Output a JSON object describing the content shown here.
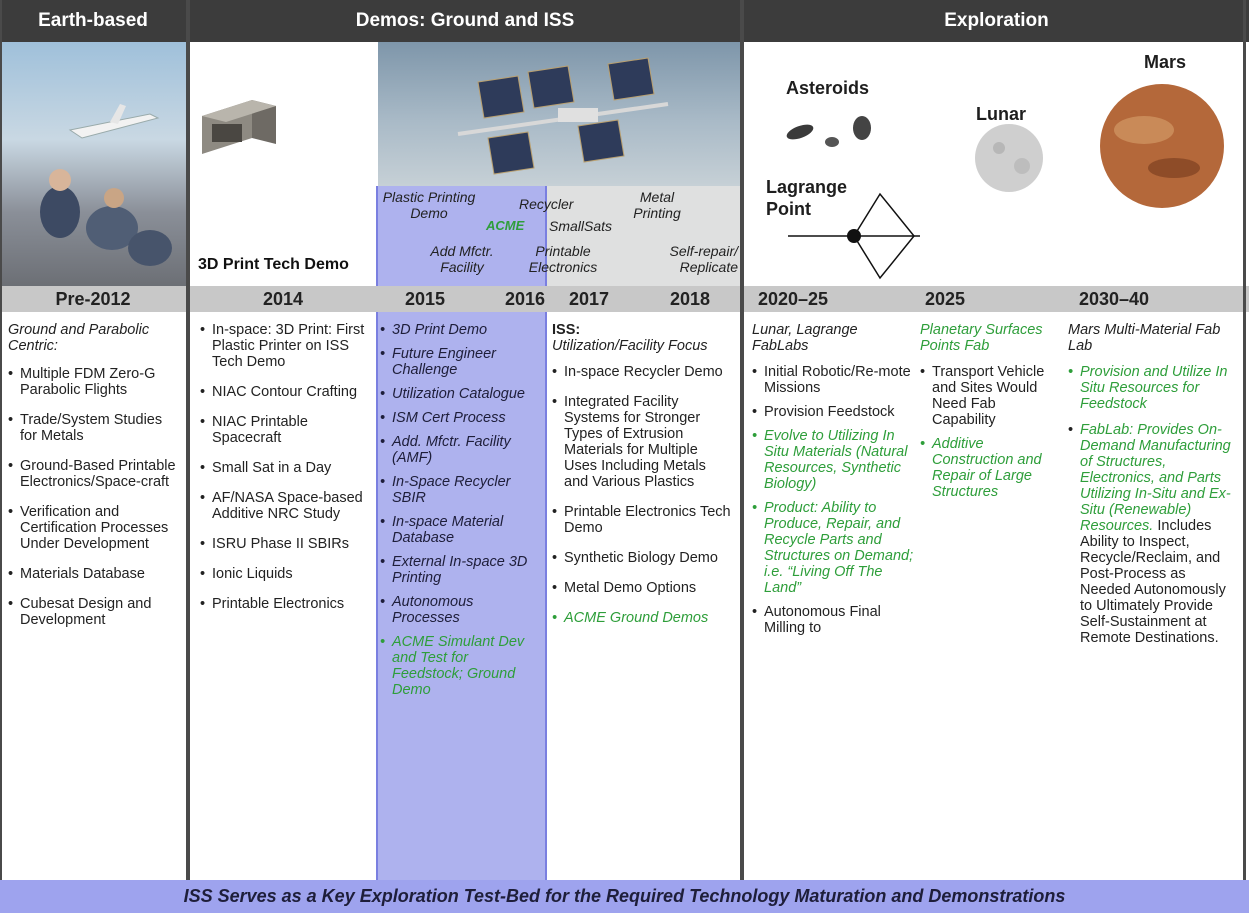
{
  "headers": {
    "earth": "Earth-based",
    "demos": "Demos: Ground and ISS",
    "exploration": "Exploration"
  },
  "images": {
    "tech_demo_label": "3D Print Tech Demo",
    "iss_labels": {
      "plastic": "Plastic Printing Demo",
      "acme": "ACME",
      "recycler": "Recycler",
      "smallsats": "SmallSats",
      "metal": "Metal Printing",
      "add_mfctr": "Add Mfctr. Facility",
      "printable": "Printable Electronics",
      "self_repair": "Self-repair/ Replicate"
    },
    "destinations": {
      "asteroids": "Asteroids",
      "lunar": "Lunar",
      "mars": "Mars",
      "lagrange": "Lagrange Point"
    }
  },
  "years": [
    "Pre-2012",
    "2014",
    "2015",
    "2016",
    "2017",
    "2018",
    "2020–25",
    "2025",
    "2030–40"
  ],
  "col1": {
    "intro": "Ground and Parabolic Centric:",
    "items": [
      "Multiple FDM Zero-G Parabolic Flights",
      "Trade/System Studies for Metals",
      "Ground-Based Printable Electronics/Space-craft",
      "Verification and Certification Processes Under Development",
      "Materials Database",
      "Cubesat Design and Development"
    ]
  },
  "col2": {
    "items": [
      "In-space: 3D Print: First Plastic Printer on ISS Tech Demo",
      "NIAC Contour Crafting",
      "NIAC Printable Spacecraft",
      "Small Sat in a Day",
      "AF/NASA Space-based Additive NRC Study",
      "ISRU Phase II SBIRs",
      "Ionic Liquids",
      "Printable Electronics"
    ]
  },
  "col3": {
    "items": [
      "3D Print Demo",
      "Future Engineer Challenge",
      "Utilization Catalogue",
      "ISM Cert Process",
      "Add. Mfctr. Facility (AMF)",
      "In-Space Recycler SBIR",
      "In-space Material Database",
      "External In-space 3D Printing",
      "Autonomous Processes"
    ],
    "green_item": "ACME Simulant Dev and Test for Feedstock; Ground Demo"
  },
  "col4": {
    "title": "ISS:",
    "subtitle": "Utilization/Facility Focus",
    "items": [
      "In-space Recycler Demo",
      "Integrated Facility Systems for Stronger Types of Extrusion Materials for Multiple Uses Including Metals and Various Plastics",
      "Printable Electronics Tech Demo",
      "Synthetic Biology Demo",
      "Metal Demo Options"
    ],
    "green_item": "ACME Ground Demos"
  },
  "col5": {
    "intro": "Lunar, Lagrange FabLabs",
    "items_a": [
      "Initial Robotic/Re-mote Missions",
      "Provision Feedstock"
    ],
    "green_items": [
      "Evolve to Utilizing In Situ Materials (Natural Resources, Synthetic Biology)",
      "Product: Ability to Produce, Repair, and Recycle Parts and Structures on Demand; i.e. “Living Off The Land”"
    ],
    "items_b": [
      "Autonomous Final Milling to"
    ]
  },
  "col6": {
    "intro": "Planetary Surfaces Points Fab",
    "items": [
      "Transport Vehicle and Sites Would Need Fab Capability"
    ],
    "green_item": "Additive Construction and Repair of Large Structures"
  },
  "col7": {
    "intro": "Mars Multi-Material Fab Lab",
    "green_item": "Provision and Utilize In Situ Resources for Feedstock",
    "fablab_green": "FabLab: Provides On-Demand Manufacturing of Structures, Electronics, and Parts Utilizing In-Situ and Ex-Situ (Renewable) Resources.",
    "fablab_black": "Includes Ability to Inspect, Recycle/Reclaim, and Post-Process as Needed Autonomously to Ultimately Provide Self-Sustainment at Remote Destinations."
  },
  "footer": "ISS Serves as a Key Exploration Test-Bed for the Required Technology Maturation and Demonstrations"
}
